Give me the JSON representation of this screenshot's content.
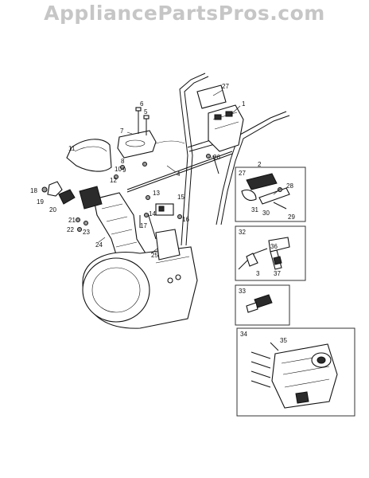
{
  "watermark": "AppliancePartsPros.com",
  "callouts": {
    "c1": "1",
    "c2": "2",
    "c3": "3",
    "c4": "4",
    "c5": "5",
    "c6": "6",
    "c7": "7",
    "c8": "8",
    "c9": "9",
    "c10": "10",
    "c11": "11",
    "c12": "12",
    "c13": "13",
    "c14": "14",
    "c15": "15",
    "c16": "16",
    "c17": "17",
    "c18": "18",
    "c19": "19",
    "c20": "20",
    "c21": "21",
    "c22": "22",
    "c23": "23",
    "c24": "24",
    "c25": "25",
    "c26": "26",
    "c27": "27",
    "c28": "28",
    "c29": "29",
    "c30": "30",
    "c31": "31",
    "c32": "32",
    "c33": "33",
    "c34": "34",
    "c35": "35",
    "c36": "36",
    "c37": "37"
  },
  "insets": {
    "box27": "27",
    "box32": "32",
    "box33": "33",
    "box34": "34"
  }
}
